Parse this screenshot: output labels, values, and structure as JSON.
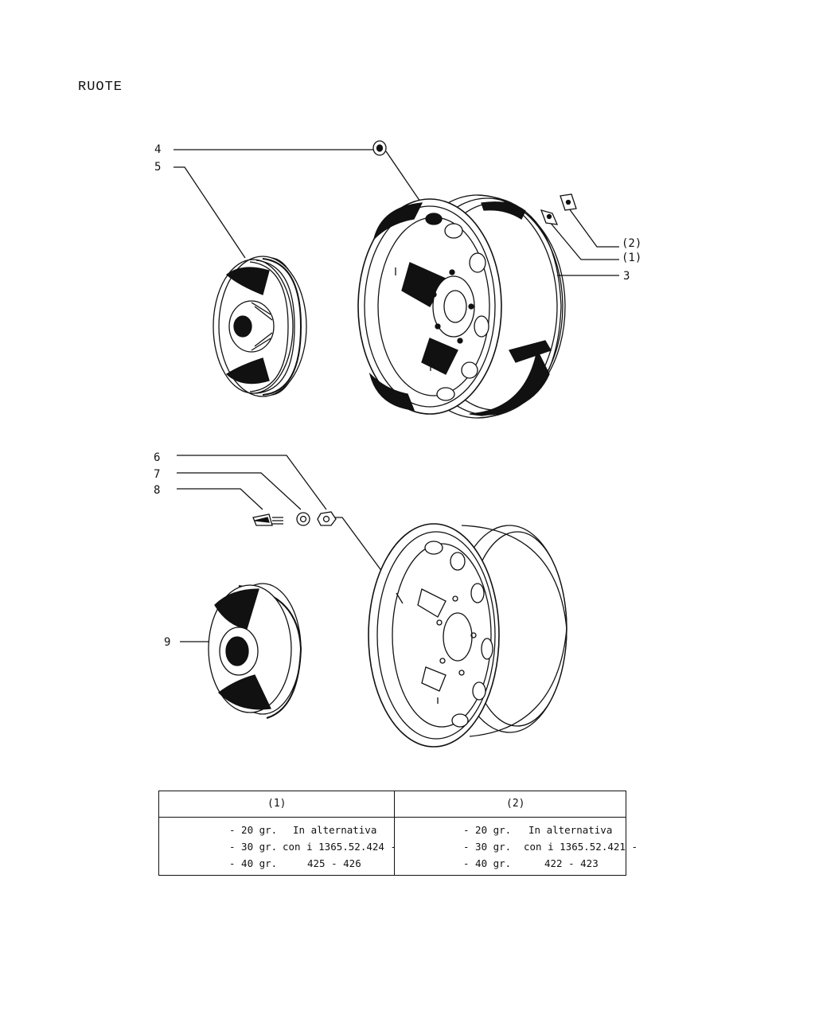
{
  "title": "RUOTE",
  "callouts": {
    "c4": "4",
    "c5": "5",
    "c3": "3",
    "c1": "(1)",
    "c2": "(2)",
    "c6": "6",
    "c7": "7",
    "c8": "8",
    "c9": "9"
  },
  "table": {
    "col1_header": "(1)",
    "col2_header": "(2)",
    "col1_rows": [
      {
        "weight": "- 20 gr.",
        "note": "In alternativa"
      },
      {
        "weight": "- 30 gr.",
        "note": "con i 1365.52.424 -"
      },
      {
        "weight": "- 40 gr.",
        "note": "425 - 426"
      }
    ],
    "col2_rows": [
      {
        "weight": "- 20 gr.",
        "note": "In alternativa"
      },
      {
        "weight": "- 30 gr.",
        "note": "con i 1365.52.421 -"
      },
      {
        "weight": "- 40 gr.",
        "note": "422 - 423"
      }
    ]
  }
}
